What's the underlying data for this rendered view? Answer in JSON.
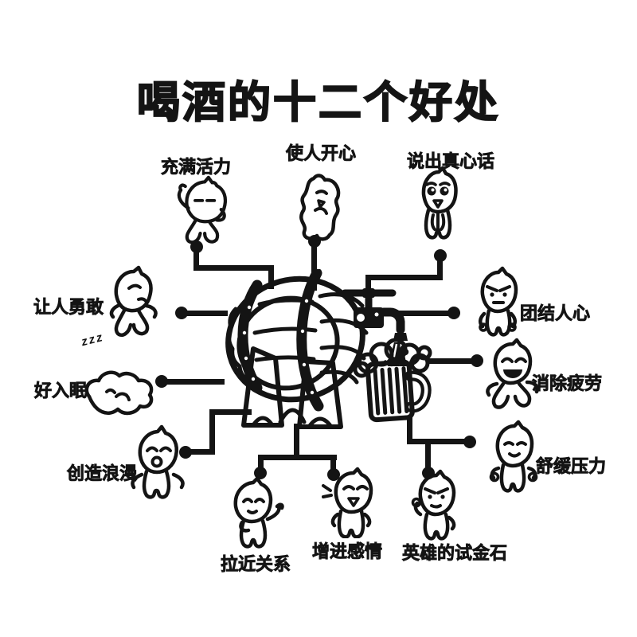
{
  "title": "喝酒的十二个好处",
  "benefits": [
    {
      "id": "full-of-energy",
      "label": "充满活力"
    },
    {
      "id": "makes-people-happy",
      "label": "使人开心"
    },
    {
      "id": "speak-from-the-heart",
      "label": "说出真心话"
    },
    {
      "id": "makes-people-brave",
      "label": "让人勇敢"
    },
    {
      "id": "easy-sleep",
      "label": "好入眠"
    },
    {
      "id": "creates-romance",
      "label": "创造浪漫"
    },
    {
      "id": "unites-hearts",
      "label": "团结人心"
    },
    {
      "id": "relieves-fatigue",
      "label": "消除疲劳"
    },
    {
      "id": "eases-stress",
      "label": "舒缓压力"
    },
    {
      "id": "brings-closer",
      "label": "拉近关系"
    },
    {
      "id": "deepens-bonds",
      "label": "增进感情"
    },
    {
      "id": "heroes-touchstone",
      "label": "英雄的试金石"
    }
  ],
  "decorations": {
    "sleep_zzz": "zzz"
  },
  "colors": {
    "ink": "#141414",
    "background": "#ffffff"
  },
  "icons": {
    "center": "beer-barrel-tap-and-mug-icon"
  }
}
